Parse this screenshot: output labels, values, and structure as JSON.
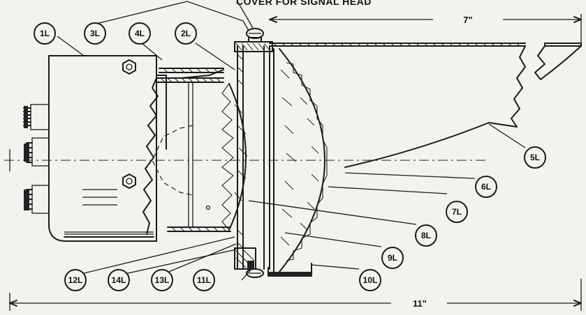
{
  "title": "COVER FOR SIGNAL HEAD",
  "dimensions": {
    "width_7": "7\"",
    "width_11": "11\""
  },
  "callouts": {
    "c1": "1L",
    "c2": "2L",
    "c3": "3L",
    "c4": "4L",
    "c5": "5L",
    "c6": "6L",
    "c7": "7L",
    "c8": "8L",
    "c9": "9L",
    "c10": "10L",
    "c11": "11L",
    "c12": "12L",
    "c13": "13L",
    "c14": "14L"
  }
}
